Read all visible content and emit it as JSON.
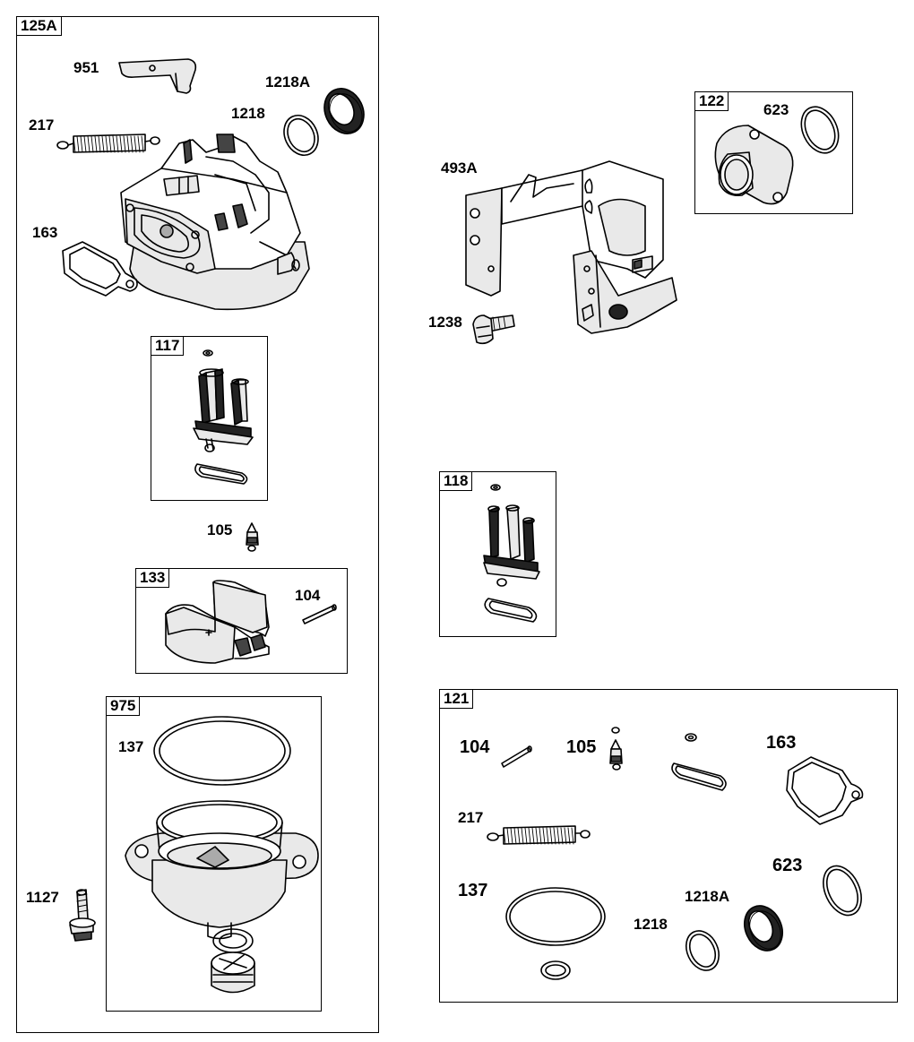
{
  "groups": {
    "g125A": "125A",
    "g117": "117",
    "g133": "133",
    "g975": "975",
    "g122": "122",
    "g118": "118",
    "g121": "121"
  },
  "parts": {
    "p951": "951",
    "p1218A": "1218A",
    "p1218": "1218",
    "p217": "217",
    "p163": "163",
    "p105": "105",
    "p104": "104",
    "p137": "137",
    "p1127": "1127",
    "p493A": "493A",
    "p623": "623",
    "p1238": "1238",
    "k104": "104",
    "k105": "105",
    "k163": "163",
    "k217": "217",
    "k623": "623",
    "k137": "137",
    "k1218A": "1218A",
    "k1218": "1218"
  }
}
